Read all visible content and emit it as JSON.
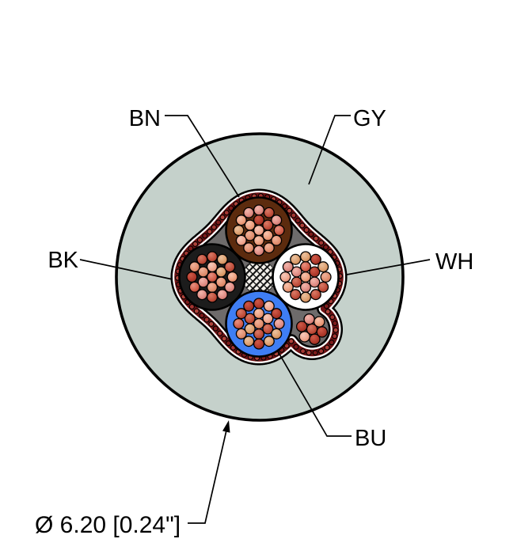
{
  "title": "Cable cross-section diagram",
  "labels": {
    "bn": "BN",
    "gy": "GY",
    "bk": "BK",
    "wh": "WH",
    "bu": "BU",
    "diameter": "Ø 6.20 [0.24\"]"
  },
  "diagram": {
    "outline_color": "#000000",
    "jacket_color": "#c5d1cb",
    "filler_color": "#6e6b6b",
    "braid_band_color": "#6d1214",
    "braid_dot_colors": [
      "#a33531",
      "#7d1b1b",
      "#b0423a"
    ],
    "shield_tape_color": "#ffffff",
    "center_filler": {
      "bg": "#f2efe9",
      "hatch": "#151515"
    },
    "conductors": [
      {
        "id": "bn",
        "label": "BN",
        "position": "top",
        "insulation": "#5c2b0e"
      },
      {
        "id": "bk",
        "label": "BK",
        "position": "left",
        "insulation": "#1c1c1c"
      },
      {
        "id": "wh",
        "label": "WH",
        "position": "right",
        "insulation": "#ffffff"
      },
      {
        "id": "bu",
        "label": "BU",
        "position": "bottom",
        "insulation": "#3f7ef4"
      }
    ],
    "strands_per_conductor": 19,
    "drain_strand_count": 7,
    "strand_palette": [
      [
        "#f6cabc",
        "#efa78f",
        "#d97b62"
      ],
      [
        "#f0b29a",
        "#e29070",
        "#c26a4a"
      ],
      [
        "#eac2a0",
        "#dd9f6f",
        "#bd7743"
      ],
      [
        "#e89181",
        "#d4604c",
        "#a83a2a"
      ],
      [
        "#f2b6ac",
        "#e08d85",
        "#bb5f54"
      ],
      [
        "#cf5a48",
        "#b03a2c",
        "#8a2618"
      ],
      [
        "#f6c3ae",
        "#ec9e7d",
        "#cf7350"
      ],
      [
        "#d87a66",
        "#c04f3c",
        "#942e1f"
      ]
    ]
  }
}
